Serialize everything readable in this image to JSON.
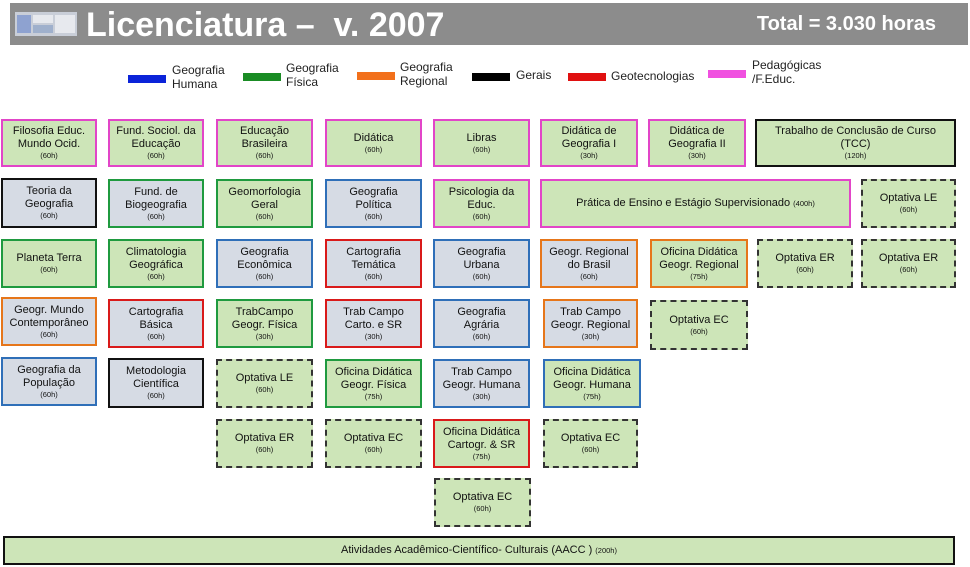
{
  "header": {
    "title": "Licenciatura –  v. 2007",
    "total": "Total = 3.030 horas",
    "color": "#8c8c8c"
  },
  "legend": [
    {
      "label": "Geografia\nHumana",
      "color": "#0b23d9"
    },
    {
      "label": "Geografia\nFísica",
      "color": "#1a8c24"
    },
    {
      "label": "Geografia\nRegional",
      "color": "#f2701b"
    },
    {
      "label": "Gerais",
      "color": "#000000"
    },
    {
      "label": "Geotecnologias",
      "color": "#e01010"
    },
    {
      "label": "Pedagógicas\n/F.Educ.",
      "color": "#f050e0"
    }
  ],
  "courses": [
    {
      "name": "Filosofia Educ.\nMundo Ocid.",
      "hours": "(60h)",
      "area": "pedag"
    },
    {
      "name": "Fund. Sociol. da\nEducação",
      "hours": "(60h)",
      "area": "pedag"
    },
    {
      "name": "Educação\nBrasileira",
      "hours": "(60h)",
      "area": "pedag"
    },
    {
      "name": "Didática",
      "hours": "(60h)",
      "area": "pedag"
    },
    {
      "name": "Libras",
      "hours": "(60h)",
      "area": "pedag"
    },
    {
      "name": "Didática de\nGeografia I",
      "hours": "(30h)",
      "area": "pedag"
    },
    {
      "name": "Didática de\nGeografia II",
      "hours": "(30h)",
      "area": "pedag"
    },
    {
      "name": "Trabalho de Conclusão de Curso (TCC)",
      "hours": "(120h)",
      "area": "gerais"
    },
    {
      "name": "Teoria da\nGeografia",
      "hours": "(60h)",
      "area": "gerais"
    },
    {
      "name": "Fund.  de\nBiogeografia",
      "hours": "(60h)",
      "area": "fisica"
    },
    {
      "name": "Geomorfologia\nGeral",
      "hours": "(60h)",
      "area": "fisica"
    },
    {
      "name": "Geografia\nPolítica",
      "hours": "(60h)",
      "area": "humana"
    },
    {
      "name": "Psicologia da\nEduc.",
      "hours": "(60h)",
      "area": "pedag"
    },
    {
      "name": "Prática de Ensino e Estágio Supervisionado",
      "hours": "(400h)",
      "area": "pedag"
    },
    {
      "name": "Optativa LE",
      "hours": "(60h)",
      "area": "optativa"
    },
    {
      "name": "Planeta Terra",
      "hours": "(60h)",
      "area": "fisica"
    },
    {
      "name": "Climatologia\nGeográfica",
      "hours": "(60h)",
      "area": "fisica"
    },
    {
      "name": "Geografia\nEconômica",
      "hours": "(60h)",
      "area": "humana"
    },
    {
      "name": "Cartografia\nTemática",
      "hours": "(60h)",
      "area": "geotec"
    },
    {
      "name": "Geografia\nUrbana",
      "hours": "(60h)",
      "area": "humana"
    },
    {
      "name": "Geogr. Regional\ndo Brasil",
      "hours": "(60h)",
      "area": "regional"
    },
    {
      "name": "Oficina Didática\nGeogr. Regional",
      "hours": "(75h)",
      "area": "regional"
    },
    {
      "name": "Optativa ER",
      "hours": "(60h)",
      "area": "optativa"
    },
    {
      "name": "Optativa ER",
      "hours": "(60h)",
      "area": "optativa"
    },
    {
      "name": "Geogr. Mundo\nContemporâneo",
      "hours": "(60h)",
      "area": "regional"
    },
    {
      "name": "Cartografia\nBásica",
      "hours": "(60h)",
      "area": "geotec"
    },
    {
      "name": "TrabCampo\nGeogr. Física",
      "hours": "(30h)",
      "area": "fisica"
    },
    {
      "name": "Trab Campo\nCarto. e SR",
      "hours": "(30h)",
      "area": "geotec"
    },
    {
      "name": "Geografia\nAgrária",
      "hours": "(60h)",
      "area": "humana"
    },
    {
      "name": "Trab Campo\nGeogr. Regional",
      "hours": "(30h)",
      "area": "regional"
    },
    {
      "name": "Optativa EC",
      "hours": "(60h)",
      "area": "optativa"
    },
    {
      "name": "Geografia da\nPopulação",
      "hours": "(60h)",
      "area": "humana"
    },
    {
      "name": "Metodologia\nCientífica",
      "hours": "(60h)",
      "area": "gerais"
    },
    {
      "name": "Optativa LE",
      "hours": "(60h)",
      "area": "optativa"
    },
    {
      "name": "Oficina Didática\nGeogr. Física",
      "hours": "(75h)",
      "area": "fisica"
    },
    {
      "name": "Trab Campo\nGeogr. Humana",
      "hours": "(30h)",
      "area": "humana"
    },
    {
      "name": "Oficina Didática\nGeogr. Humana",
      "hours": "(75h)",
      "area": "humana"
    },
    {
      "name": "Optativa ER",
      "hours": "(60h)",
      "area": "optativa"
    },
    {
      "name": "Optativa EC",
      "hours": "(60h)",
      "area": "optativa"
    },
    {
      "name": "Oficina Didática\nCartogr. & SR",
      "hours": "(75h)",
      "area": "geotec"
    },
    {
      "name": "Optativa EC",
      "hours": "(60h)",
      "area": "optativa"
    },
    {
      "name": "Optativa EC",
      "hours": "(60h)",
      "area": "optativa"
    },
    {
      "name": "Atividades Acadêmico-Científico- Culturais (AACC )",
      "hours": "(200h)",
      "area": "gerais"
    }
  ]
}
